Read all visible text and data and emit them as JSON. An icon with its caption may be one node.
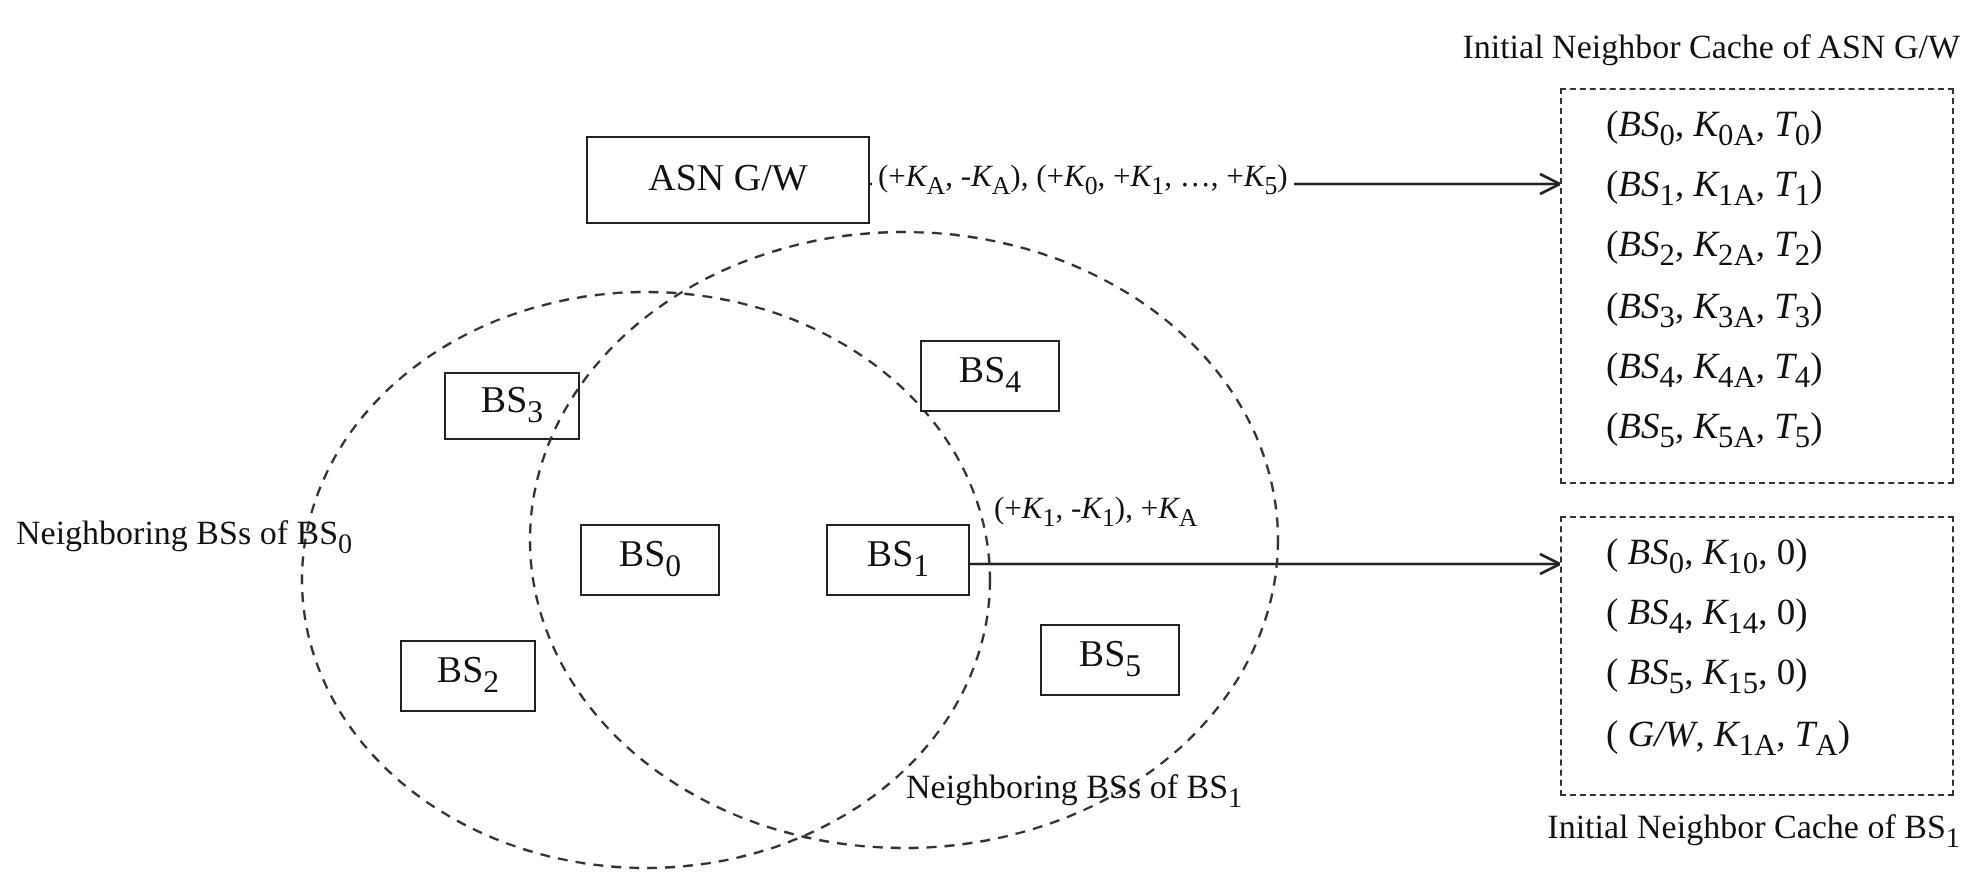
{
  "diagram": {
    "nodes": [
      {
        "text": [
          "ASN G/W"
        ]
      },
      {
        "text": [
          "Initial Neighbor Cache of ASN G/W",
          "(*BS*$_{0}$, *K*$_{0A}$, *T*$_{0}$)",
          "(*BS*$_{1}$, *K*$_{1A}$, *T*$_{1}$)",
          "(*BS*$_{2}$, *K*$_{2A}$, *T*$_{2}$)",
          "(*BS*$_{3}$, *K*$_{3A}$, *T*$_{3}$)",
          "(*BS*$_{4}$, *K*$_{4A}$, *T*$_{4}$)",
          "(*BS*$_{5}$, *K*$_{5A}$, *T*$_{5}$)"
        ]
      },
      {
        "text": [],
        "shape": "circle",
        "beside": [
          "Neighboring BSs of BS$_{0}$"
        ]
      },
      {
        "text": [
          "BS$_{3}$"
        ],
        "in": 2
      },
      {
        "text": [],
        "shape": "circle",
        "beside": [
          "Neighboring BSs of BS$_{1}$"
        ]
      },
      {
        "text": [
          "BS$_{4}$"
        ],
        "in": 4
      },
      {
        "text": [
          "BS$_{0}$"
        ]
      },
      {
        "text": [
          "BS$_{1}$"
        ]
      },
      {
        "text": [
          "BS$_{2}$"
        ],
        "in": 2
      },
      {
        "text": [
          "BS$_{5}$"
        ],
        "in": 4
      },
      {
        "text": [
          "( *BS*$_{0}$, *K*$_{10}$, 0)",
          "( *BS*$_{4}$, *K*$_{14}$, 0)",
          "( *BS*$_{5}$, *K*$_{15}$, 0)",
          "( *G/W*, *K*$_{1A}$, *T*$_{A}$)",
          "Initial Neighbor Cache of BS$_{1}$"
        ]
      }
    ],
    "edges": [
      {
        "from": 0,
        "to": 1,
        "arrow": "to",
        "label": "(+*K*$_{A}$, -*K*$_{A}$), (+*K*$_{0}$, +*K*$_{1}$, …, +*K*$_{5}$)"
      },
      {
        "from": 7,
        "to": 10,
        "arrow": "to",
        "label": "(+*K*$_{1}$, -*K*$_{1}$), +*K*$_{A}$"
      }
    ]
  }
}
